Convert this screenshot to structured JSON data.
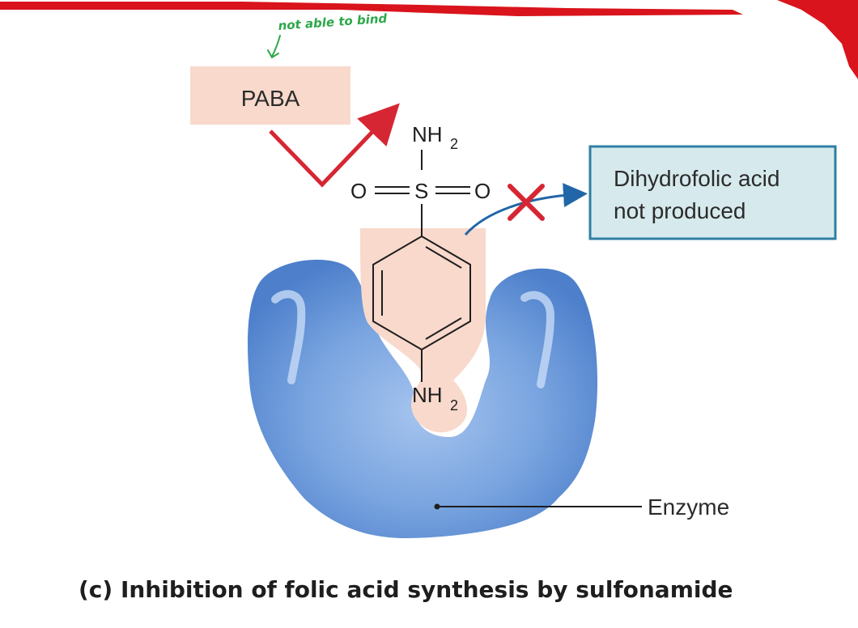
{
  "annotation": {
    "note": "not able to bind",
    "color": "#2ea84a"
  },
  "paba_label": "PABA",
  "molecule": {
    "top_group": "NH",
    "top_sub": "2",
    "oxygen_left": "O",
    "sulfur": "S",
    "oxygen_right": "O",
    "bottom_group": "NH",
    "bottom_sub": "2"
  },
  "result_box": {
    "line1": "Dihydrofolic acid",
    "line2": "not produced"
  },
  "enzyme_label": "Enzyme",
  "caption": "(c) Inhibition of folic acid synthesis by sulfonamide",
  "colors": {
    "enzyme_blue": "#5b8fd6",
    "highlight_peach": "#f8d9cc",
    "result_box_fill": "#d6eaed",
    "result_box_border": "#2f7fa3",
    "red_marks": "#d62633",
    "blue_arrow": "#2166a8"
  }
}
